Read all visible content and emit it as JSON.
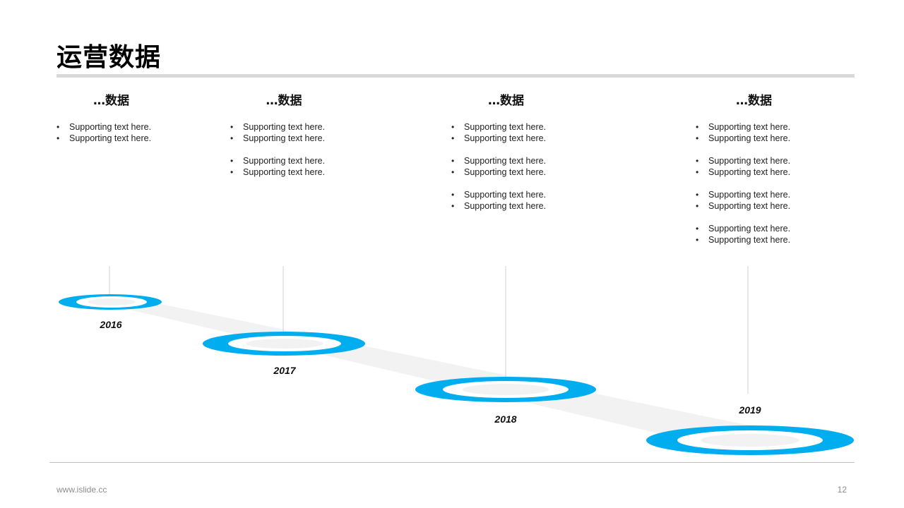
{
  "slide": {
    "title": "运营数据",
    "footer_url": "www.islide.cc",
    "page_number": "12"
  },
  "colors": {
    "accent": "#00aeef",
    "track": "#f2f2f2",
    "rule": "#d9d9d9"
  },
  "columns": [
    {
      "heading": "…数据",
      "items": [
        "Supporting text here.",
        "Supporting text here."
      ]
    },
    {
      "heading": "…数据",
      "items": [
        "Supporting text here.",
        "Supporting text here.",
        "Supporting text here.",
        "Supporting text here."
      ]
    },
    {
      "heading": "…数据",
      "items": [
        "Supporting text here.",
        "Supporting text here.",
        "Supporting text here.",
        "Supporting text here.",
        "Supporting text here.",
        "Supporting text here."
      ]
    },
    {
      "heading": "…数据",
      "items": [
        "Supporting text here.",
        "Supporting text here.",
        "Supporting text here.",
        "Supporting text here.",
        "Supporting text here.",
        "Supporting text here.",
        "Supporting text here.",
        "Supporting text here."
      ]
    }
  ],
  "timeline": {
    "years": [
      "2016",
      "2017",
      "2018",
      "2019"
    ]
  }
}
